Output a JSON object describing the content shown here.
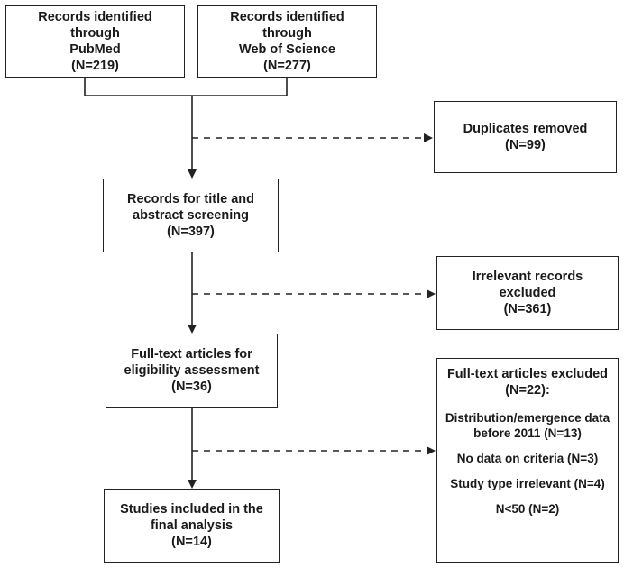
{
  "boxes": {
    "pubmed": {
      "line1": "Records identified through",
      "line2": "PubMed",
      "count": "(N=219)"
    },
    "wos": {
      "line1": "Records identified through",
      "line2": "Web of Science",
      "count": "(N=277)"
    },
    "duplicates": {
      "label": "Duplicates removed",
      "count": "(N=99)"
    },
    "screening": {
      "line1": "Records for title and",
      "line2": "abstract screening",
      "count": "(N=397)"
    },
    "irrelevant": {
      "label": "Irrelevant records excluded",
      "count": "(N=361)"
    },
    "fulltext": {
      "line1": "Full-text articles for",
      "line2": "eligibility assessment",
      "count": "(N=36)"
    },
    "excluded": {
      "title": "Full-text articles excluded",
      "count": "(N=22):",
      "reasons": [
        {
          "line1": "Distribution/emergence data",
          "line2": "before 2011 (N=13)"
        },
        {
          "line1": "No data on criteria (N=3)"
        },
        {
          "line1": "Study type irrelevant (N=4)"
        },
        {
          "line1": "N<50 (N=2)"
        }
      ]
    },
    "included": {
      "line1": "Studies included in the",
      "line2": "final analysis",
      "count": "(N=14)"
    }
  }
}
